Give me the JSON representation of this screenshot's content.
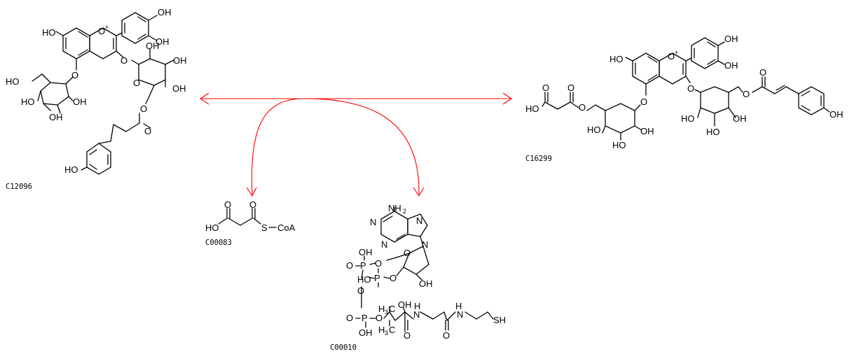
{
  "compounds": {
    "substrate": {
      "id": "C12096"
    },
    "product": {
      "id": "C16299"
    },
    "cosubstrate": {
      "id": "C00083"
    },
    "coproduct": {
      "id": "C00010"
    }
  },
  "atom_labels": {
    "oh": "HO",
    "ho": "OH",
    "o": "O",
    "o_plus": "O",
    "plus": "+",
    "s": "S",
    "coa": "CoA",
    "n": "N",
    "nh2": "NH",
    "two": "2",
    "p": "P",
    "h3c": "H",
    "three": "3",
    "c": "C",
    "sh": "SH",
    "h": "H"
  },
  "colors": {
    "arrow": "#ff0000",
    "structure": "#000000",
    "background": "#ffffff"
  }
}
